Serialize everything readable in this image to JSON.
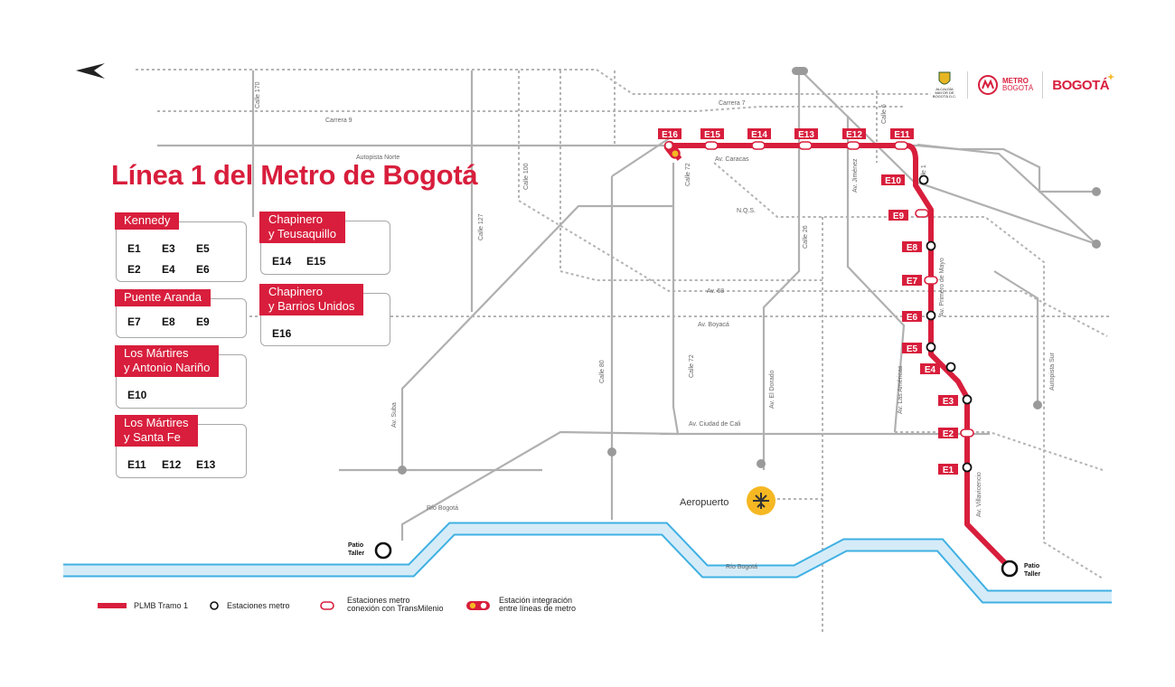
{
  "title": "Línea 1 del Metro de Bogotá",
  "colors": {
    "line": "#d81e3c",
    "road": "#a9a9a9",
    "river_fill": "#d5ecf8",
    "river_stroke": "#3fb0e3",
    "airport": "#f5b823"
  },
  "logos": {
    "alcaldia": "ALCALDÍA MAYOR DE BOGOTÁ D.C.",
    "metro_1": "METRO",
    "metro_2": "BOGOTÁ",
    "bogota": "BOGOTÁ"
  },
  "boxes": [
    {
      "head": [
        "Kennedy"
      ],
      "rows": [
        [
          "E1",
          "E3",
          "E5"
        ],
        [
          "E2",
          "E4",
          "E6"
        ]
      ]
    },
    {
      "head": [
        "Puente Aranda"
      ],
      "rows": [
        [
          "E7",
          "E8",
          "E9"
        ]
      ]
    },
    {
      "head": [
        "Los Mártires",
        "y Antonio Nariño"
      ],
      "rows": [
        [
          "E10"
        ]
      ]
    },
    {
      "head": [
        "Los Mártires",
        "y Santa Fe"
      ],
      "rows": [
        [
          "E11",
          "E12",
          "E13"
        ]
      ]
    },
    {
      "head": [
        "Chapinero",
        "y Teusaquillo"
      ],
      "rows": [
        [
          "E14",
          "E15"
        ]
      ]
    },
    {
      "head": [
        "Chapinero",
        "y Barrios Unidos"
      ],
      "rows": [
        [
          "E16"
        ]
      ]
    }
  ],
  "stations": [
    "E1",
    "E2",
    "E3",
    "E4",
    "E5",
    "E6",
    "E7",
    "E8",
    "E9",
    "E10",
    "E11",
    "E12",
    "E13",
    "E14",
    "E15",
    "E16"
  ],
  "roads": {
    "carrera7": "Carrera 7",
    "carrera9": "Carrera 9",
    "autopista_norte": "Autopista Norte",
    "av_caracas": "Av. Caracas",
    "calle170": "Calle 170",
    "calle100": "Calle 100",
    "calle127": "Calle 127",
    "calle72_a": "Calle 72",
    "calle72_b": "Calle 72",
    "calle6": "Calle 6",
    "calle1": "Calle 1",
    "av_jimenez": "Av. Jiménez",
    "calle26": "Calle 26",
    "ngs": "N.Q.S.",
    "av68": "Av. 68",
    "av_boyaca": "Av. Boyacá",
    "av_primero_mayo": "Av. Primero de Mayo",
    "calle80": "Calle 80",
    "av_suba": "Av. Suba",
    "av_el_dorado": "Av. El Dorado",
    "av_las_americas": "Av. Las Américas",
    "autopista_sur": "Autopista Sur",
    "av_ciudad_cali": "Av. Ciudad de Cali",
    "av_villavicencio": "Av. Villavicencio",
    "rio_bogota_1": "Río Bogotá",
    "rio_bogota_2": "Río Bogotá"
  },
  "places": {
    "aeropuerto": "Aeropuerto",
    "patio_1": "Patio",
    "patio_2": "Taller",
    "patio_3": "Patio",
    "patio_4": "Taller"
  },
  "legend": {
    "plmb": "PLMB Tramo 1",
    "metro": "Estaciones metro",
    "tm_1": "Estaciones metro",
    "tm_2": "conexión con TransMilenio",
    "int_1": "Estación integración",
    "int_2": "entre líneas de metro"
  }
}
